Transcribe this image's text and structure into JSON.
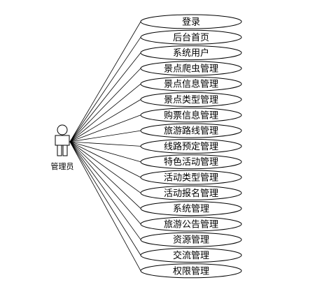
{
  "actor": {
    "label": "管理员"
  },
  "use_cases": [
    "登录",
    "后台首页",
    "系统用户",
    "景点爬虫管理",
    "景点信息管理",
    "景点类型管理",
    "购票信息管理",
    "旅游路线管理",
    "线路预定管理",
    "特色活动管理",
    "活动类型管理",
    "活动报名管理",
    "系统管理",
    "旅游公告管理",
    "资源管理",
    "交流管理",
    "权限管理"
  ]
}
